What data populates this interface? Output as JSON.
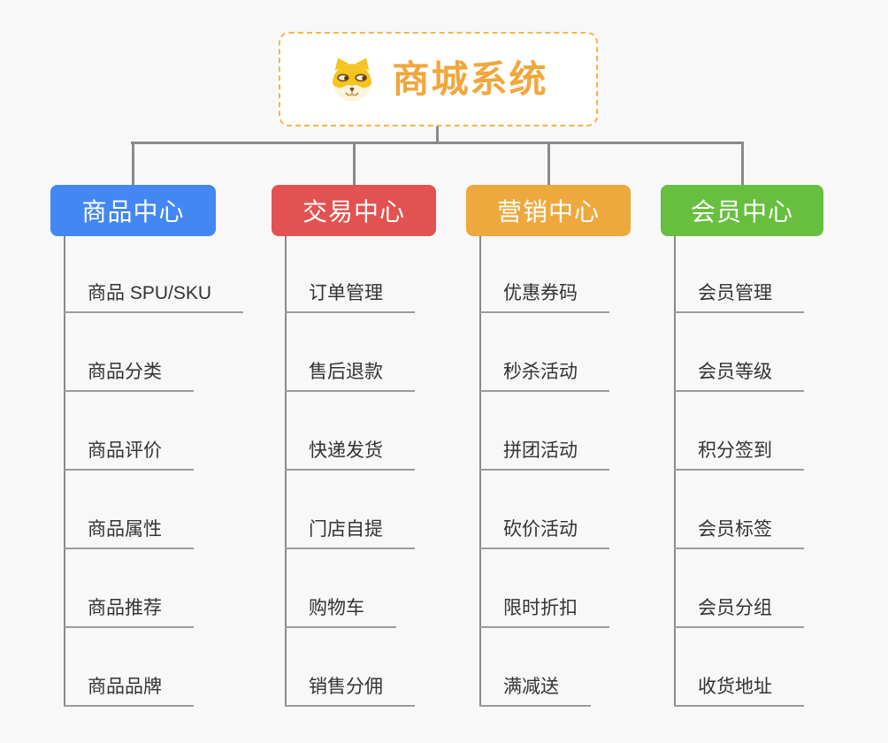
{
  "root": {
    "title": "商城系统",
    "icon": "shiba-dog-icon"
  },
  "branches": [
    {
      "label": "商品中心",
      "color": "#4387f2",
      "children": [
        "商品 SPU/SKU",
        "商品分类",
        "商品评价",
        "商品属性",
        "商品推荐",
        "商品品牌"
      ]
    },
    {
      "label": "交易中心",
      "color": "#e25250",
      "children": [
        "订单管理",
        "售后退款",
        "快递发货",
        "门店自提",
        "购物车",
        "销售分佣"
      ]
    },
    {
      "label": "营销中心",
      "color": "#eda93d",
      "children": [
        "优惠券码",
        "秒杀活动",
        "拼团活动",
        "砍价活动",
        "限时折扣",
        "满减送"
      ]
    },
    {
      "label": "会员中心",
      "color": "#68bf3f",
      "children": [
        "会员管理",
        "会员等级",
        "积分签到",
        "会员标签",
        "会员分组",
        "收货地址"
      ]
    }
  ],
  "colors": {
    "background": "#f8f8f8",
    "root_title": "#f0a73d",
    "root_border": "#f6b44d",
    "connector": "#8a8a8a",
    "leaf_underline": "#9b9b9b",
    "leaf_text": "#333333"
  }
}
